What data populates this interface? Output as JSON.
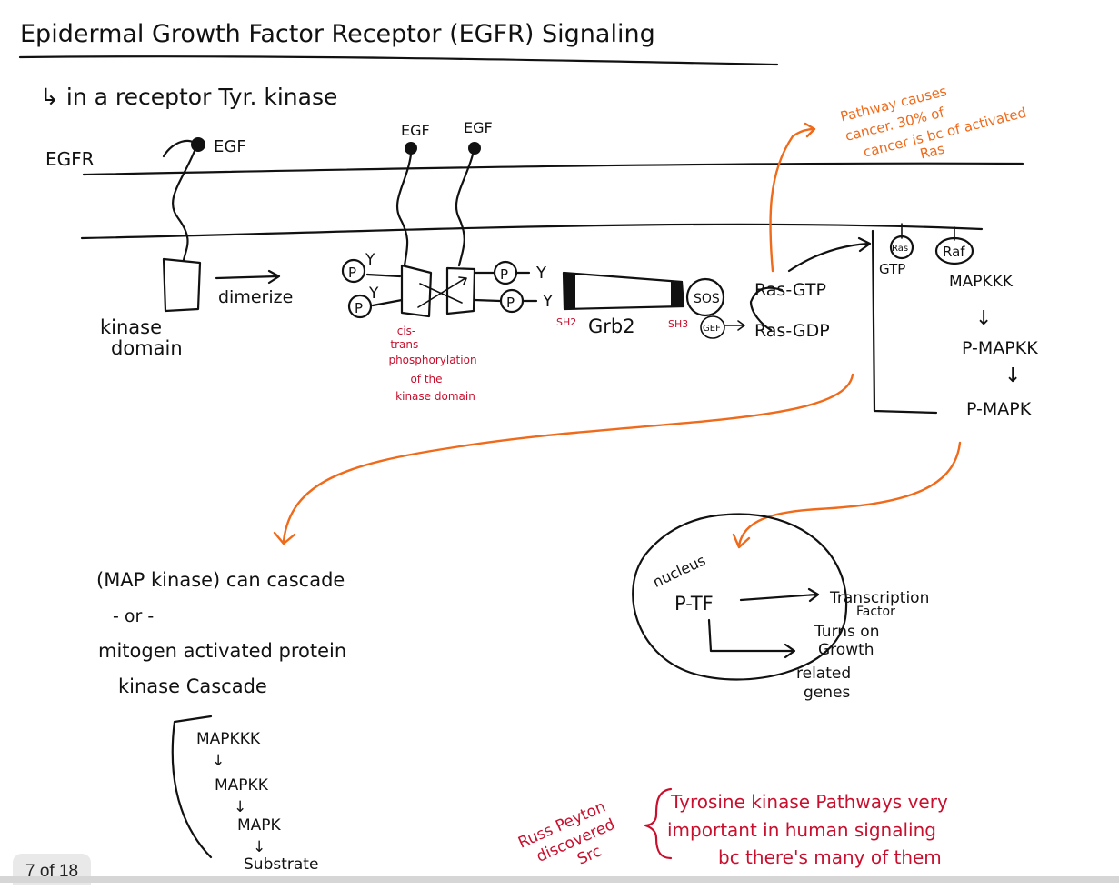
{
  "title": "Epidermal Growth Factor Receptor (EGFR) Signaling",
  "subtitle": "↳ in a receptor Tyr. kinase",
  "colors": {
    "ink": "#111111",
    "red": "#c8102e",
    "orange": "#ef6a1a"
  },
  "labels": {
    "egfr": "EGFR",
    "egf_left": "EGF",
    "egf_mid1": "EGF",
    "egf_mid2": "EGF",
    "kinase_domain_1": "kinase",
    "kinase_domain_2": "domain",
    "dimerize": "dimerize",
    "p": "P",
    "y": "Y",
    "grb2": "Grb2",
    "sh2": "SH2",
    "sh3": "SH3",
    "sos": "SOS",
    "gef": "GEF",
    "ras_gtp": "Ras-GTP",
    "ras_gdp": "Ras-GDP",
    "ras": "Ras",
    "gtp": "GTP",
    "raf": "Raf",
    "mapkkk": "MAPKKK",
    "p_mapkk": "P-MAPKK",
    "p_mapk": "P-MAPK",
    "arrow_down": "↓"
  },
  "red_notes": {
    "cis_trans": [
      "cis-",
      "trans-",
      "phosphorylation",
      "of the",
      "kinase domain"
    ],
    "russ_peyton": [
      "Russ Peyton",
      "discovered",
      "Src"
    ],
    "tyrosine_note": [
      "Tyrosine kinase Pathways very",
      "important in human signaling",
      "bc there's many of them"
    ]
  },
  "orange_note": [
    "Pathway causes",
    "cancer. 30% of",
    "cancer is bc of activated",
    "Ras"
  ],
  "map_kinase": {
    "line1": "(MAP kinase) can cascade",
    "line2": "- or -",
    "line3": "mitogen activated protein",
    "line4": "kinase Cascade",
    "cascade": [
      "MAPKKK",
      "MAPKK",
      "MAPK",
      "Substrate"
    ]
  },
  "nucleus": {
    "label": "nucleus",
    "ptf": "P-TF",
    "transcription_1": "Transcription",
    "transcription_2": "Factor",
    "turns_on": [
      "Turns on",
      "Growth",
      "related",
      "genes"
    ]
  },
  "viewer": {
    "page_indicator": "7 of 18"
  }
}
